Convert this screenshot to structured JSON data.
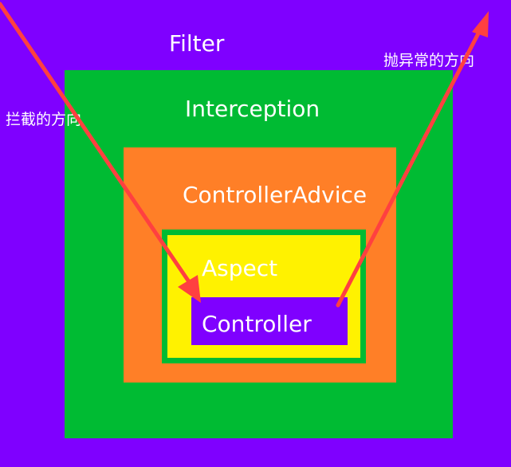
{
  "layers": {
    "filter": {
      "label": "Filter",
      "color": "#7f00ff"
    },
    "interception": {
      "label": "Interception",
      "color": "#00bb33"
    },
    "controller_advice": {
      "label": "ControllerAdvice",
      "color": "#ff7f27"
    },
    "aspect_border": {
      "color": "#00bb33"
    },
    "aspect": {
      "label": "Aspect",
      "color": "#fff200"
    },
    "controller": {
      "label": "Controller",
      "color": "#7f00ff"
    }
  },
  "annotations": {
    "intercept_direction": "拦截的方向",
    "exception_direction": "抛异常的方向"
  },
  "arrow_color": "#ff4040"
}
